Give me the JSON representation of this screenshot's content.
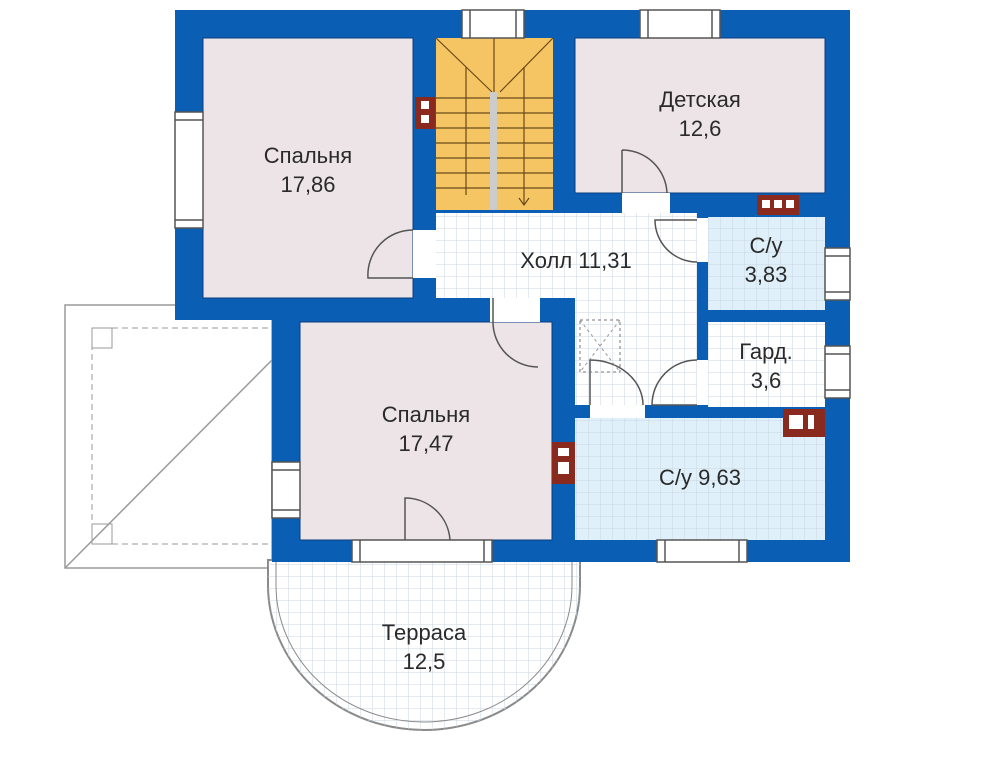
{
  "colors": {
    "wall": "#0a5fb4",
    "room": "#ede4e8",
    "stair": "#f5c463",
    "tile_blue": "#dff0fa",
    "tile_white": "#ffffff",
    "grid": "#c9d6e2",
    "chimney": "#8a2a1e"
  },
  "rooms": {
    "bedroom1": {
      "name": "Спальня",
      "area": "17,86"
    },
    "kids": {
      "name": "Детская",
      "area": "12,6"
    },
    "hall": {
      "label": "Холл 11,31"
    },
    "bath1": {
      "name": "С/у",
      "area": "3,83"
    },
    "wardrobe": {
      "name": "Гард.",
      "area": "3,6"
    },
    "bath2": {
      "label": "С/у 9,63"
    },
    "bedroom2": {
      "name": "Спальня",
      "area": "17,47"
    },
    "terrace": {
      "name": "Терраса",
      "area": "12,5"
    }
  }
}
